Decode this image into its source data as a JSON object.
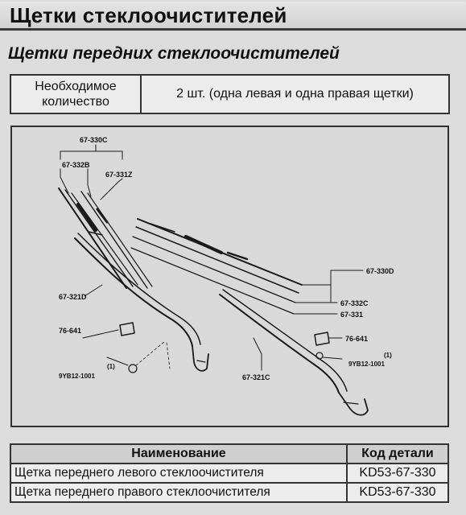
{
  "page": {
    "title": "Щетки стеклоочистителей",
    "subtitle": "Щетки передних стеклоочистителей"
  },
  "quantity": {
    "label": "Необходимое количество",
    "value": "2 шт. (одна левая и одна правая щетки)"
  },
  "diagram": {
    "labels": {
      "l1": "67-330C",
      "l2": "67-332B",
      "l3": "67-331Z",
      "l4": "67-321D",
      "l5": "76-641",
      "l6": "9YB12-1001",
      "l6n": "(1)",
      "l7": "67-330D",
      "l8": "67-332C",
      "l9": "67-331",
      "l10": "76-641",
      "l11": "9YB12-1001",
      "l11n": "(1)",
      "l12": "67-321C"
    }
  },
  "parts_table": {
    "headers": [
      "Наименование",
      "Код детали"
    ],
    "rows": [
      {
        "name": "Щетка переднего левого стеклоочистителя",
        "code": "KD53-67-330"
      },
      {
        "name": "Щетка переднего правого стеклоочистителя",
        "code": "KD53-67-330"
      }
    ]
  }
}
